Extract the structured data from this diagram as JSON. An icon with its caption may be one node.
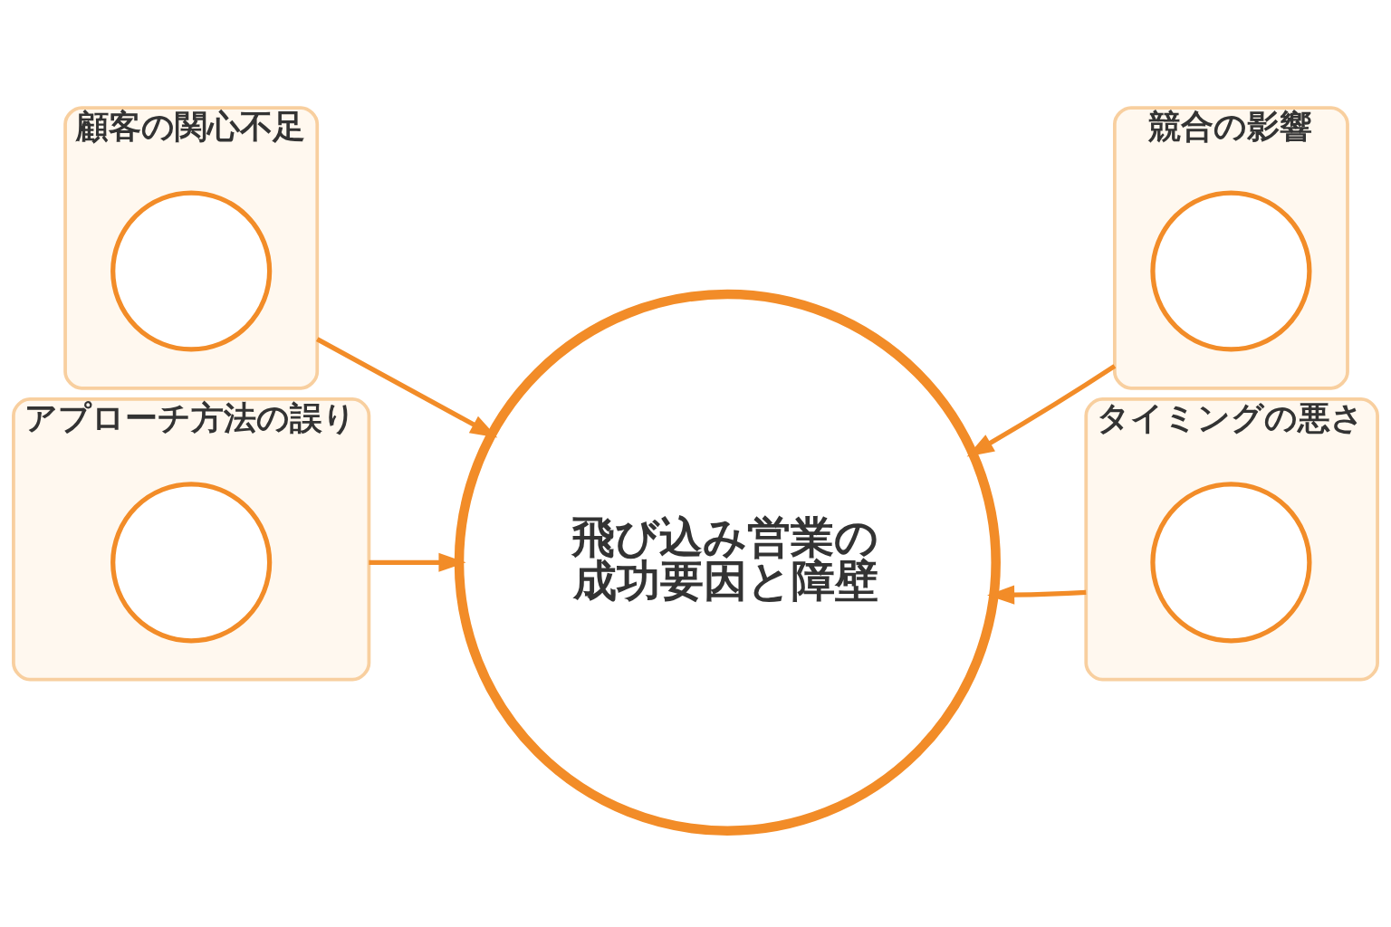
{
  "diagram": {
    "nodes": [
      {
        "text": [
          "顧客の関心不足"
        ]
      },
      {
        "text": [],
        "shape": "circle",
        "in": 0
      },
      {
        "text": [
          "競合の影響"
        ]
      },
      {
        "text": [],
        "shape": "circle",
        "in": 2
      },
      {
        "text": [
          "飛び込み営業の成功要因と障壁"
        ]
      },
      {
        "text": [
          "アプローチ方法の誤り"
        ]
      },
      {
        "text": [],
        "shape": "circle",
        "in": 5
      },
      {
        "text": [
          "タイミングの悪さ"
        ]
      },
      {
        "text": [],
        "shape": "circle",
        "in": 7
      }
    ],
    "edges": [
      {
        "from": 0,
        "to": 4,
        "arrow": "to"
      },
      {
        "from": 2,
        "to": 4,
        "arrow": "to"
      },
      {
        "from": 5,
        "to": 4,
        "arrow": "to"
      },
      {
        "from": 7,
        "to": 4,
        "arrow": "to"
      }
    ]
  }
}
